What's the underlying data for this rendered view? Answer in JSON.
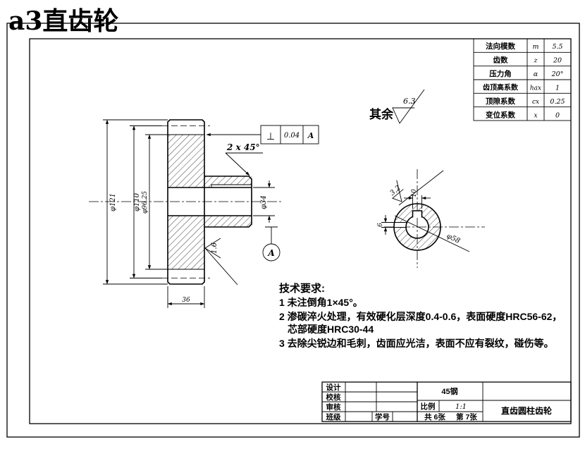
{
  "page_title": "a3直齿轮",
  "colors": {
    "accent_red": "#e60000",
    "line": "#000000"
  },
  "param_table": {
    "rows": [
      {
        "label": "法向模数",
        "symbol": "m",
        "value": "5.5"
      },
      {
        "label": "齿数",
        "symbol": "z",
        "value": "20"
      },
      {
        "label": "压力角",
        "symbol": "α",
        "value": "20°"
      },
      {
        "label": "齿顶高系数",
        "symbol": "hax",
        "value": "1"
      },
      {
        "label": "顶隙系数",
        "symbol": "cx",
        "value": "0.25"
      },
      {
        "label": "变位系数",
        "symbol": "x",
        "value": "0"
      }
    ]
  },
  "surface_note": {
    "prefix": "其余",
    "value": "6.3"
  },
  "tolerance_frame": {
    "symbol": "⊥",
    "value": "0.04",
    "datum": "A"
  },
  "chamfer_note": "2 x 45°",
  "dimensions": {
    "tip_diameter": "φ121",
    "pitch_diameter": "φ110",
    "root_diameter": "φ96.25",
    "bore_diameter": "φ34",
    "hub_diameter": "φ58",
    "gear_width": "36",
    "keyway_width": "10",
    "keyway_offset": "6",
    "datum_label": "A",
    "roughness_face": "1.6",
    "roughness_keyway": "3.2"
  },
  "tech_requirements": {
    "title": "技术要求:",
    "item1": "1   未注倒角1×45°。",
    "item2": "2   渗碳淬火处理，有效硬化层深度0.4-0.6，表面硬度HRC56-62，",
    "item2b": "芯部硬度HRC30-44",
    "item3": "3   去除尖锐边和毛刺，齿面应光洁，表面不应有裂纹，碰伤等。"
  },
  "title_block": {
    "row1": "设计",
    "row2": "校核",
    "row3": "审核",
    "row4": "班级",
    "student_no_label": "学号",
    "material": "45钢",
    "scale_label": "比例",
    "scale_value": "1:1",
    "sheet_total": "共 6张",
    "sheet_no": "第 7张",
    "part_name": "直齿圆柱齿轮"
  }
}
